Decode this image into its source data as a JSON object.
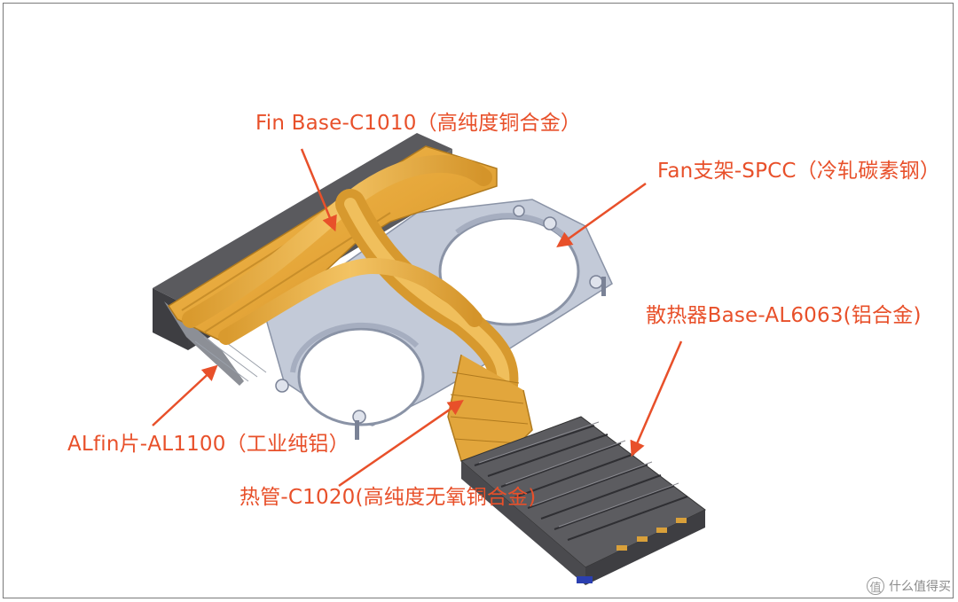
{
  "labels": {
    "fin_base": "Fin Base-C1010（高纯度铜合金）",
    "fan_bracket": "Fan支架-SPCC（冷轧碳素钢）",
    "heatsink_base": "散热器Base-AL6063(铝合金)",
    "al_fin": "ALfin片-AL1100（工业纯铝）",
    "heat_pipe": "热管-C1020(高纯度无氧铜合金)"
  },
  "watermark": {
    "badge": "值",
    "text": "什么值得买"
  },
  "colors": {
    "label": "#e8502a",
    "copper": "#e6a73a",
    "bracket": "#c3cad8",
    "fin_dark": "#4e4e52"
  }
}
